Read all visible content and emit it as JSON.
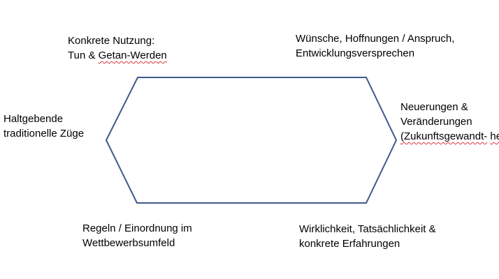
{
  "diagram": {
    "shape_color": "#3d5a8a",
    "labels": {
      "top_left": {
        "line1": "Konkrete Nutzung:",
        "line2": "Tun & Getan-Werden"
      },
      "top_right": {
        "line1": "Wünsche, Hoffnungen / Anspruch,",
        "line2": "Entwicklungsversprechen"
      },
      "left": {
        "line1": "Haltgebende",
        "line2": "traditionelle Züge"
      },
      "right": {
        "line1": "Neuerungen &",
        "line2": "Veränderungen",
        "line3": "(Zukunftsgewandt-",
        "line4": "heit)"
      },
      "bottom_left": {
        "line1": "Regeln / Einordnung im",
        "line2": "Wettbewerbsumfeld"
      },
      "bottom_right": {
        "line1": "Wirklichkeit, Tatsächlichkeit &",
        "line2": "konkrete Erfahrungen"
      }
    }
  }
}
